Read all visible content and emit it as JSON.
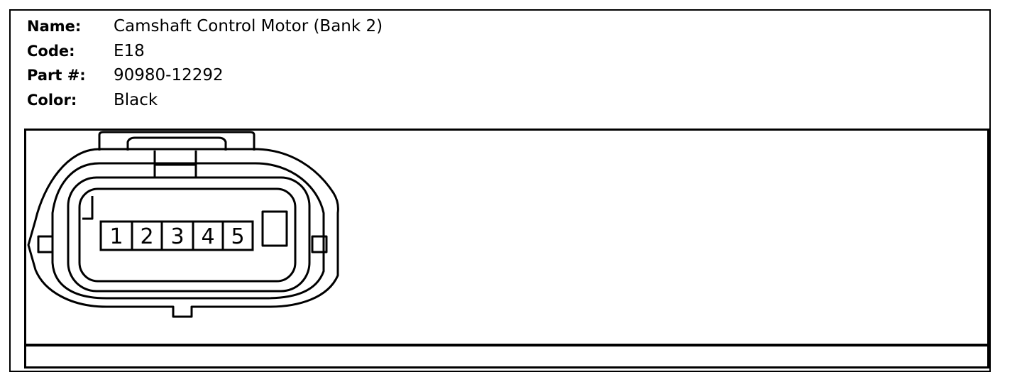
{
  "info": {
    "name_label": "Name:",
    "name_value": "Camshaft Control Motor (Bank 2)",
    "code_label": "Code:",
    "code_value": "E18",
    "part_label": "Part #:",
    "part_value": "90980-12292",
    "color_label": "Color:",
    "color_value": "Black"
  },
  "connector": {
    "pins": [
      "1",
      "2",
      "3",
      "4",
      "5"
    ]
  }
}
